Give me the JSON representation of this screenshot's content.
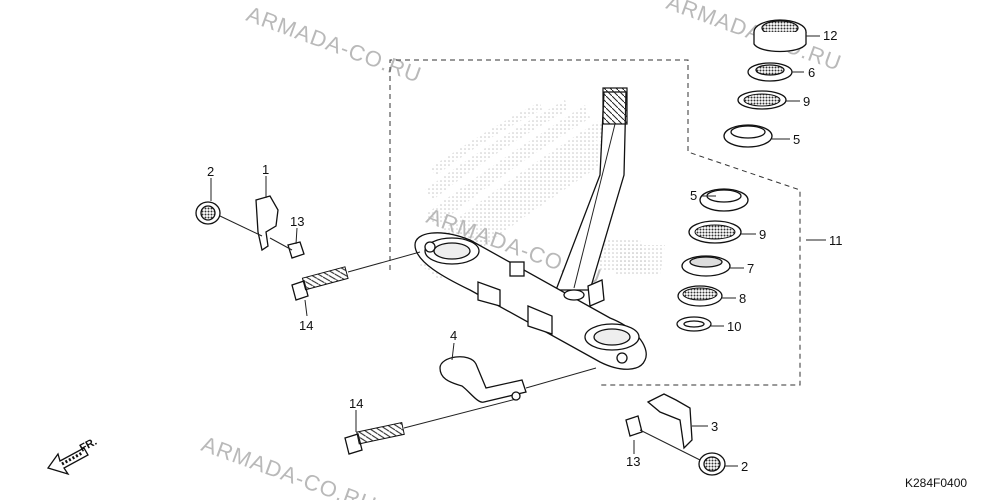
{
  "diagram_code": "K284F0400",
  "front_marker": "FR.",
  "watermarks": [
    "ARMADA-CO.RU",
    "ARMADA-CO.RU",
    "ARMADA-CO.RU",
    "ARMADA-CO.RU"
  ],
  "callouts": {
    "c1": "1",
    "c2a": "2",
    "c2b": "2",
    "c3": "3",
    "c4": "4",
    "c5a": "5",
    "c5b": "5",
    "c6": "6",
    "c7": "7",
    "c8": "8",
    "c9a": "9",
    "c9b": "9",
    "c10": "10",
    "c11": "11",
    "c12": "12",
    "c13a": "13",
    "c13b": "13",
    "c14a": "14",
    "c14b": "14"
  },
  "colors": {
    "ink": "#111111",
    "watermark": "#b9b9b9",
    "logo_dots": "#9a9a9a",
    "part_fill": "#ffffff"
  }
}
